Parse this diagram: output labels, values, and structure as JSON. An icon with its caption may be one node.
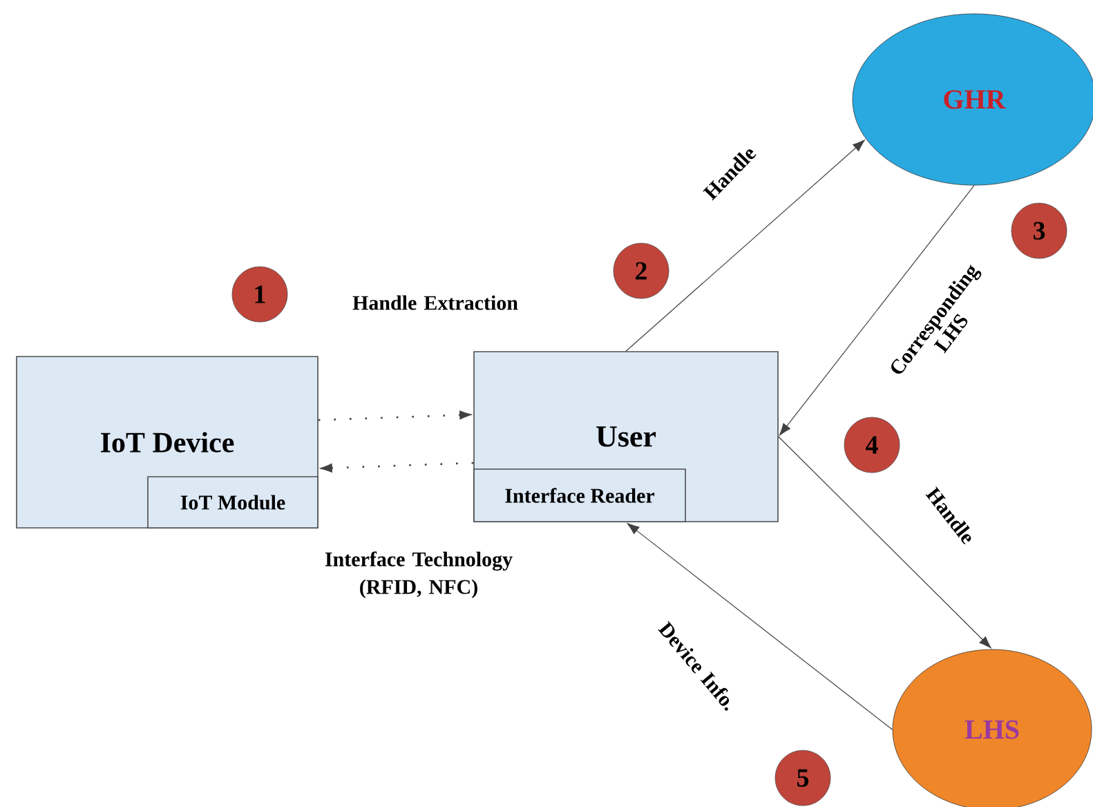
{
  "diagram": {
    "nodes": [
      {
        "text": [
          "IoT Device"
        ]
      },
      {
        "text": [
          "IoT Module"
        ],
        "in": 0
      },
      {
        "text": [
          "User"
        ]
      },
      {
        "text": [
          "Interface Reader"
        ],
        "in": 2
      },
      {
        "text": [
          "GHR"
        ]
      },
      {
        "text": [
          "LHS"
        ]
      },
      {
        "text": [
          "1"
        ]
      },
      {
        "text": [
          "2"
        ]
      },
      {
        "text": [
          "3"
        ]
      },
      {
        "text": [
          "4"
        ]
      },
      {
        "text": [
          "5"
        ]
      }
    ],
    "edges": [
      {
        "from": 0,
        "to": 2,
        "arrow": "to",
        "style": "dashed"
      },
      {
        "from": 2,
        "to": 0,
        "arrow": "to",
        "style": "dashed"
      },
      {
        "from": 2,
        "to": 4,
        "arrow": "to",
        "label": "Handle"
      },
      {
        "from": 4,
        "to": 2,
        "arrow": "to",
        "label": "Corresponding LHS"
      },
      {
        "from": 2,
        "to": 5,
        "arrow": "to",
        "label": "Handle"
      },
      {
        "from": 5,
        "to": 2,
        "arrow": "to",
        "label": "Device Info."
      }
    ],
    "labels": [
      "Handle Extraction",
      "Interface Technology (RFID, NFC)"
    ]
  }
}
